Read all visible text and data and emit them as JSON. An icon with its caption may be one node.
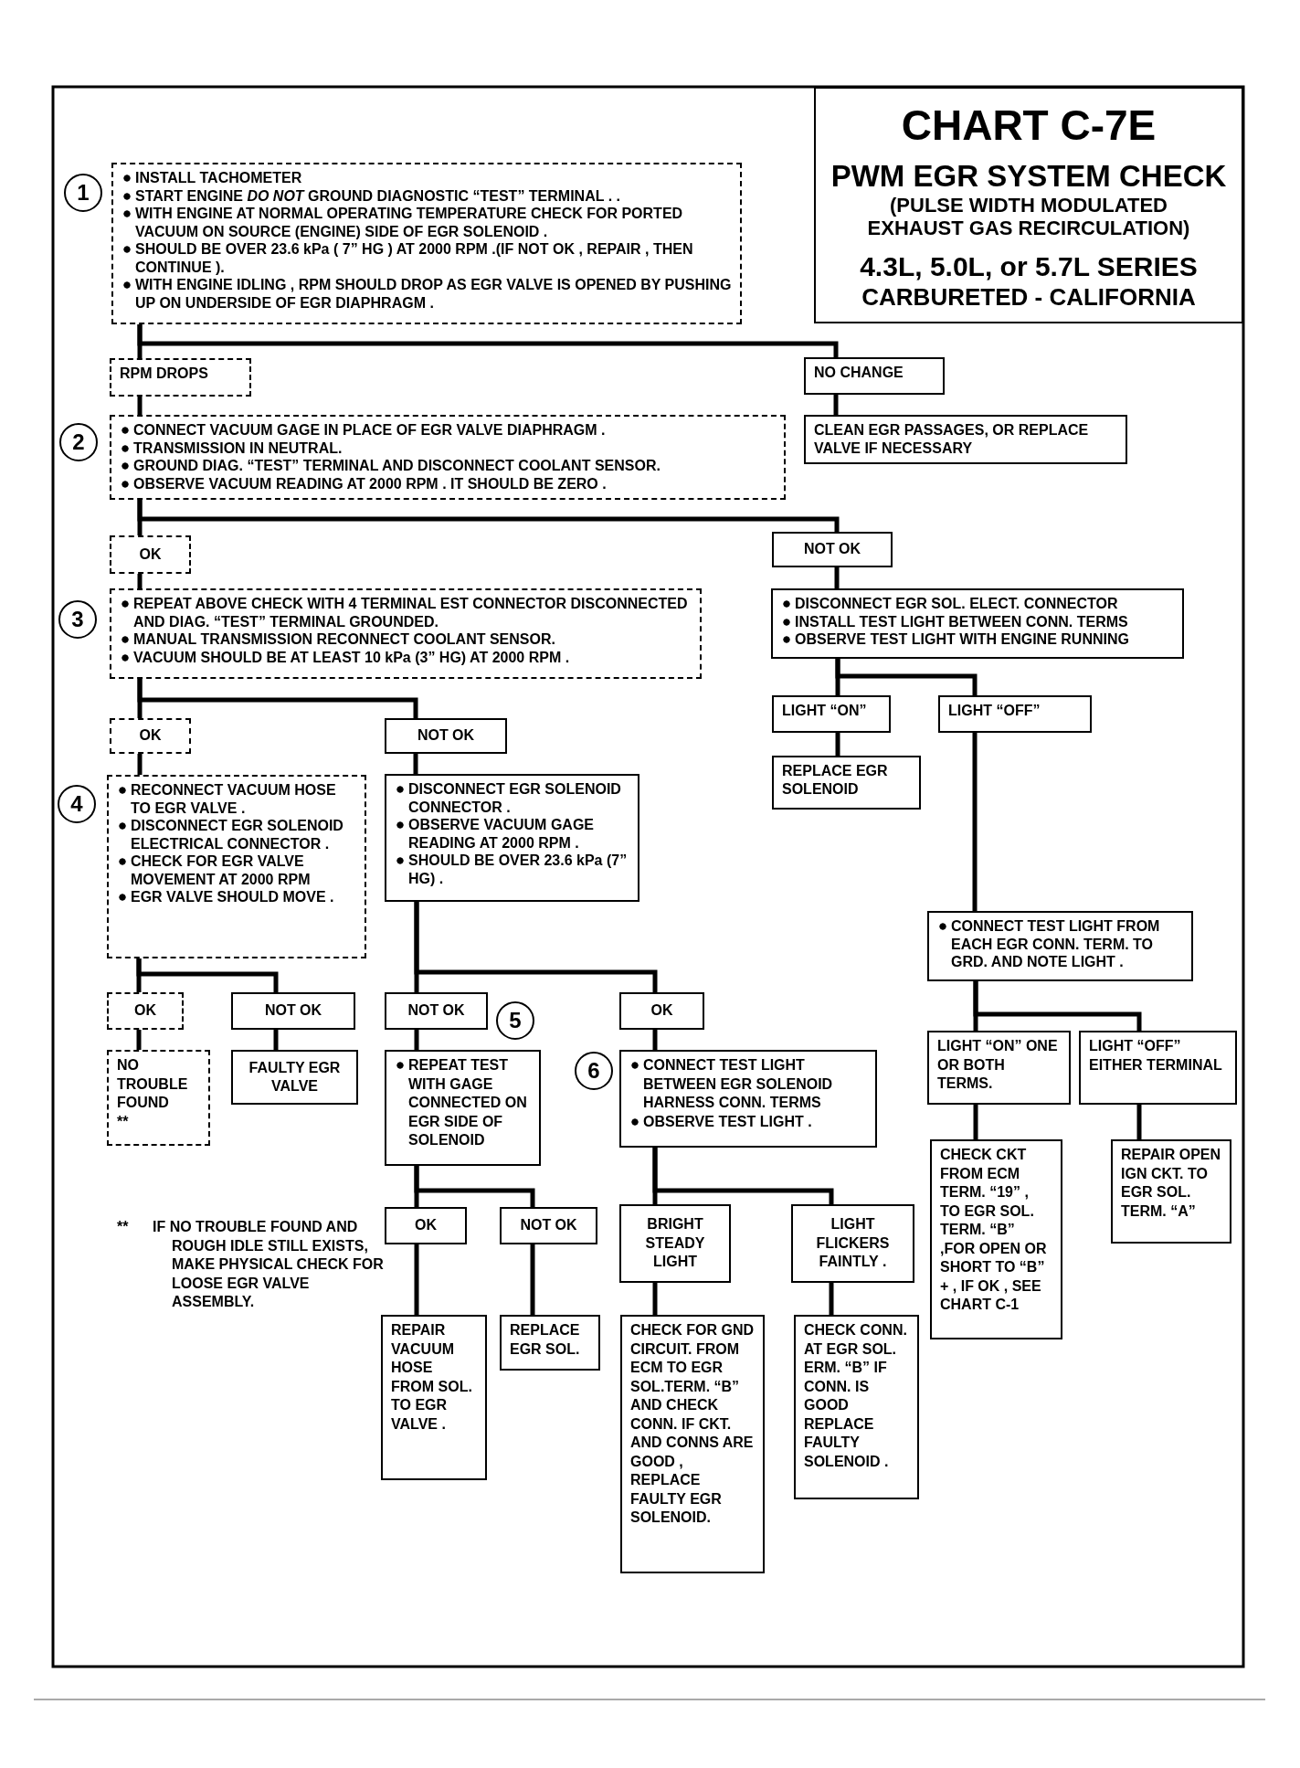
{
  "diagram": {
    "nodes": [
      {
        "text": [
          "CHART C-7E",
          "PWM EGR SYSTEM CHECK",
          "(PULSE WIDTH MODULATED EXHAUST GAS RECIRCULATION)",
          "4.3L, 5.0L, or 5.7L SERIES",
          "CARBURETED - CALIFORNIA"
        ]
      },
      {
        "text": [
          "INSTALL TACHOMETER",
          "START ENGINE *DO NOT* GROUND DIAGNOSTIC “TEST” TERMINAL . .",
          "WITH ENGINE AT NORMAL OPERATING TEMPERATURE CHECK FOR PORTED VACUUM ON SOURCE (ENGINE) SIDE OF EGR SOLENOID .",
          "SHOULD BE OVER 23.6 kPa ( 7” HG ) AT 2000 RPM .(IF NOT OK , REPAIR , THEN CONTINUE ).",
          "WITH ENGINE IDLING , RPM SHOULD DROP AS EGR VALVE IS OPENED BY PUSHING UP ON UNDERSIDE OF EGR DIAPHRAGM ."
        ],
        "beside": [
          "1"
        ]
      },
      {
        "text": [
          "RPM DROPS"
        ]
      },
      {
        "text": [
          "NO CHANGE"
        ]
      },
      {
        "text": [
          "CONNECT VACUUM GAGE IN PLACE OF EGR VALVE DIAPHRAGM .",
          "TRANSMISSION IN NEUTRAL.",
          "GROUND DIAG. “TEST” TERMINAL AND DISCONNECT COOLANT SENSOR.",
          "OBSERVE VACUUM READING AT 2000 RPM . IT SHOULD BE ZERO ."
        ],
        "beside": [
          "2"
        ]
      },
      {
        "text": [
          "CLEAN EGR PASSAGES, OR REPLACE VALVE IF NECESSARY"
        ]
      },
      {
        "text": [
          "OK"
        ]
      },
      {
        "text": [
          "NOT OK"
        ]
      },
      {
        "text": [
          "REPEAT ABOVE CHECK WITH 4 TERMINAL EST CONNECTOR DISCONNECTED AND DIAG. “TEST” TERMINAL GROUNDED.",
          "MANUAL TRANSMISSION RECONNECT COOLANT SENSOR.",
          "VACUUM SHOULD BE AT LEAST 10 kPa (3” HG) AT 2000 RPM ."
        ],
        "beside": [
          "3"
        ]
      },
      {
        "text": [
          "DISCONNECT EGR SOL. ELECT. CONNECTOR",
          "INSTALL TEST LIGHT BETWEEN CONN. TERMS",
          "OBSERVE TEST LIGHT WITH ENGINE RUNNING"
        ]
      },
      {
        "text": [
          "OK"
        ]
      },
      {
        "text": [
          "NOT OK"
        ]
      },
      {
        "text": [
          "LIGHT “ON”"
        ]
      },
      {
        "text": [
          "LIGHT “OFF”"
        ]
      },
      {
        "text": [
          "RECONNECT VACUUM HOSE TO EGR VALVE .",
          "DISCONNECT EGR SOLENOID ELECTRICAL CONNECTOR .",
          "CHECK FOR EGR VALVE MOVEMENT AT 2000 RPM",
          "EGR VALVE SHOULD MOVE ."
        ],
        "beside": [
          "4"
        ]
      },
      {
        "text": [
          "DISCONNECT EGR SOLENOID CONNECTOR .",
          "OBSERVE VACUUM GAGE READING AT 2000 RPM .",
          "SHOULD BE OVER 23.6 kPa (7” HG) ."
        ]
      },
      {
        "text": [
          "REPLACE EGR SOLENOID"
        ]
      },
      {
        "text": [
          "CONNECT TEST LIGHT FROM EACH EGR CONN. TERM. TO GRD. AND NOTE LIGHT ."
        ]
      },
      {
        "text": [
          "OK"
        ]
      },
      {
        "text": [
          "NOT OK"
        ]
      },
      {
        "text": [
          "NOT OK"
        ]
      },
      {
        "text": [
          "OK"
        ]
      },
      {
        "text": [
          "NO TROUBLE FOUND",
          "**"
        ]
      },
      {
        "text": [
          "FAULTY EGR VALVE"
        ]
      },
      {
        "text": [
          "REPEAT TEST WITH GAGE CONNECTED ON EGR SIDE OF SOLENOID"
        ],
        "beside": [
          "5"
        ]
      },
      {
        "text": [
          "CONNECT TEST LIGHT BETWEEN EGR SOLENOID HARNESS CONN. TERMS",
          "OBSERVE TEST LIGHT ."
        ],
        "beside": [
          "6"
        ]
      },
      {
        "text": [
          "LIGHT “ON” ONE OR BOTH TERMS."
        ]
      },
      {
        "text": [
          "LIGHT “OFF” EITHER TERMINAL"
        ]
      },
      {
        "text": [
          "CHECK CKT FROM ECM TERM. “19” , TO EGR SOL. TERM. “B” ,FOR OPEN OR SHORT TO “B” + , IF OK , SEE CHART C-1"
        ]
      },
      {
        "text": [
          "REPAIR OPEN IGN CKT. TO EGR SOL. TERM. “A”"
        ]
      },
      {
        "text": [
          "OK"
        ]
      },
      {
        "text": [
          "NOT OK"
        ]
      },
      {
        "text": [
          "BRIGHT STEADY LIGHT"
        ]
      },
      {
        "text": [
          "LIGHT FLICKERS FAINTLY ."
        ]
      },
      {
        "text": [
          "REPAIR VACUUM HOSE FROM SOL. TO EGR VALVE ."
        ]
      },
      {
        "text": [
          "REPLACE EGR SOL."
        ]
      },
      {
        "text": [
          "CHECK FOR GND CIRCUIT. FROM ECM TO EGR SOL.TERM. “B” AND CHECK CONN. IF CKT. AND CONNS ARE GOOD , REPLACE FAULTY EGR SOLENOID."
        ]
      },
      {
        "text": [
          "CHECK CONN. AT EGR SOL. ERM. “B” IF CONN. IS GOOD REPLACE FAULTY SOLENOID ."
        ]
      }
    ],
    "edges": [
      {
        "from": 1,
        "to": 2,
        "arrow": "none"
      },
      {
        "from": 1,
        "to": 3,
        "arrow": "none"
      },
      {
        "from": 3,
        "to": 5,
        "arrow": "none"
      },
      {
        "from": 2,
        "to": 4,
        "arrow": "none"
      },
      {
        "from": 4,
        "to": 6,
        "arrow": "none"
      },
      {
        "from": 4,
        "to": 7,
        "arrow": "none"
      },
      {
        "from": 6,
        "to": 8,
        "arrow": "none"
      },
      {
        "from": 7,
        "to": 9,
        "arrow": "none"
      },
      {
        "from": 8,
        "to": 10,
        "arrow": "none"
      },
      {
        "from": 8,
        "to": 11,
        "arrow": "none"
      },
      {
        "from": 9,
        "to": 12,
        "arrow": "none"
      },
      {
        "from": 9,
        "to": 13,
        "arrow": "none"
      },
      {
        "from": 12,
        "to": 16,
        "arrow": "none"
      },
      {
        "from": 13,
        "to": 17,
        "arrow": "none"
      },
      {
        "from": 10,
        "to": 14,
        "arrow": "none"
      },
      {
        "from": 11,
        "to": 15,
        "arrow": "none"
      },
      {
        "from": 14,
        "to": 18,
        "arrow": "none"
      },
      {
        "from": 14,
        "to": 19,
        "arrow": "none"
      },
      {
        "from": 15,
        "to": 20,
        "arrow": "none"
      },
      {
        "from": 15,
        "to": 21,
        "arrow": "none"
      },
      {
        "from": 17,
        "to": 26,
        "arrow": "none"
      },
      {
        "from": 17,
        "to": 27,
        "arrow": "none"
      },
      {
        "from": 18,
        "to": 22,
        "arrow": "none"
      },
      {
        "from": 19,
        "to": 23,
        "arrow": "none"
      },
      {
        "from": 20,
        "to": 24,
        "arrow": "none"
      },
      {
        "from": 21,
        "to": 25,
        "arrow": "none"
      },
      {
        "from": 26,
        "to": 28,
        "arrow": "none"
      },
      {
        "from": 27,
        "to": 29,
        "arrow": "none"
      },
      {
        "from": 24,
        "to": 30,
        "arrow": "none"
      },
      {
        "from": 24,
        "to": 31,
        "arrow": "none"
      },
      {
        "from": 25,
        "to": 32,
        "arrow": "none"
      },
      {
        "from": 25,
        "to": 33,
        "arrow": "none"
      },
      {
        "from": 30,
        "to": 34,
        "arrow": "none"
      },
      {
        "from": 31,
        "to": 35,
        "arrow": "none"
      },
      {
        "from": 32,
        "to": 36,
        "arrow": "none"
      },
      {
        "from": 33,
        "to": 37,
        "arrow": "none"
      }
    ],
    "labels": [
      "**",
      "IF NO TROUBLE FOUND AND ROUGH IDLE STILL EXISTS, MAKE PHYSICAL CHECK FOR LOOSE EGR VALVE ASSEMBLY."
    ]
  }
}
